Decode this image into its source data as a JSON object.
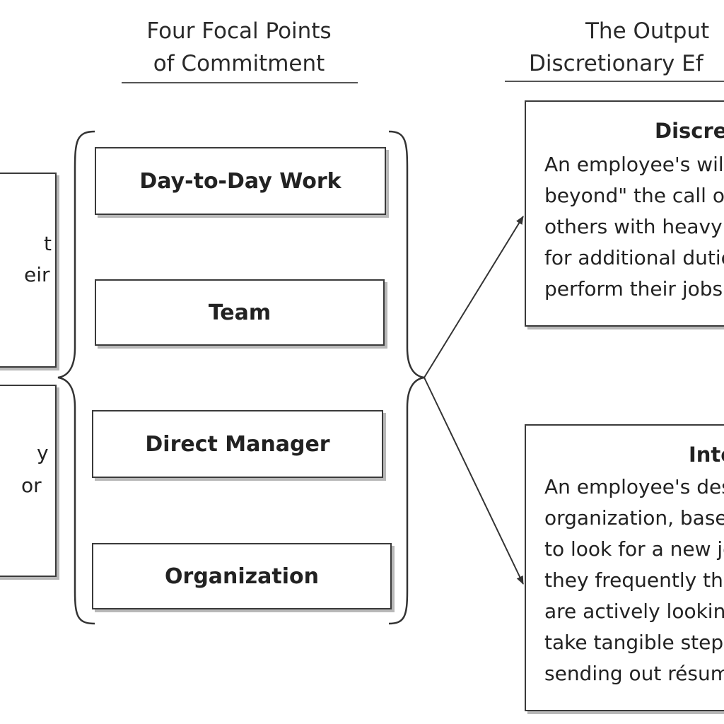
{
  "headings": {
    "focal_line1": "Four Focal Points",
    "focal_line2": "of Commitment",
    "output_line1": "The Output",
    "output_line2": "Discretionary Ef"
  },
  "focal_points": [
    {
      "label": "Day-to-Day Work"
    },
    {
      "label": "Team"
    },
    {
      "label": "Direct Manager"
    },
    {
      "label": "Organization"
    }
  ],
  "left_boxes": [
    {
      "lines": [
        "t",
        "eir"
      ]
    },
    {
      "lines": [
        "y",
        "or"
      ]
    }
  ],
  "outputs": [
    {
      "title": "Discre",
      "lines": [
        "An employee's willi",
        "beyond\" the call of",
        "others with heavy w",
        "for additional dutie",
        "perform their jobs"
      ]
    },
    {
      "title": "Inte",
      "lines": [
        "An employee's desi",
        "organization, based",
        "to look for a new jo",
        "they frequently thin",
        "are actively looking",
        "take tangible steps",
        "sending out résumé"
      ]
    }
  ]
}
